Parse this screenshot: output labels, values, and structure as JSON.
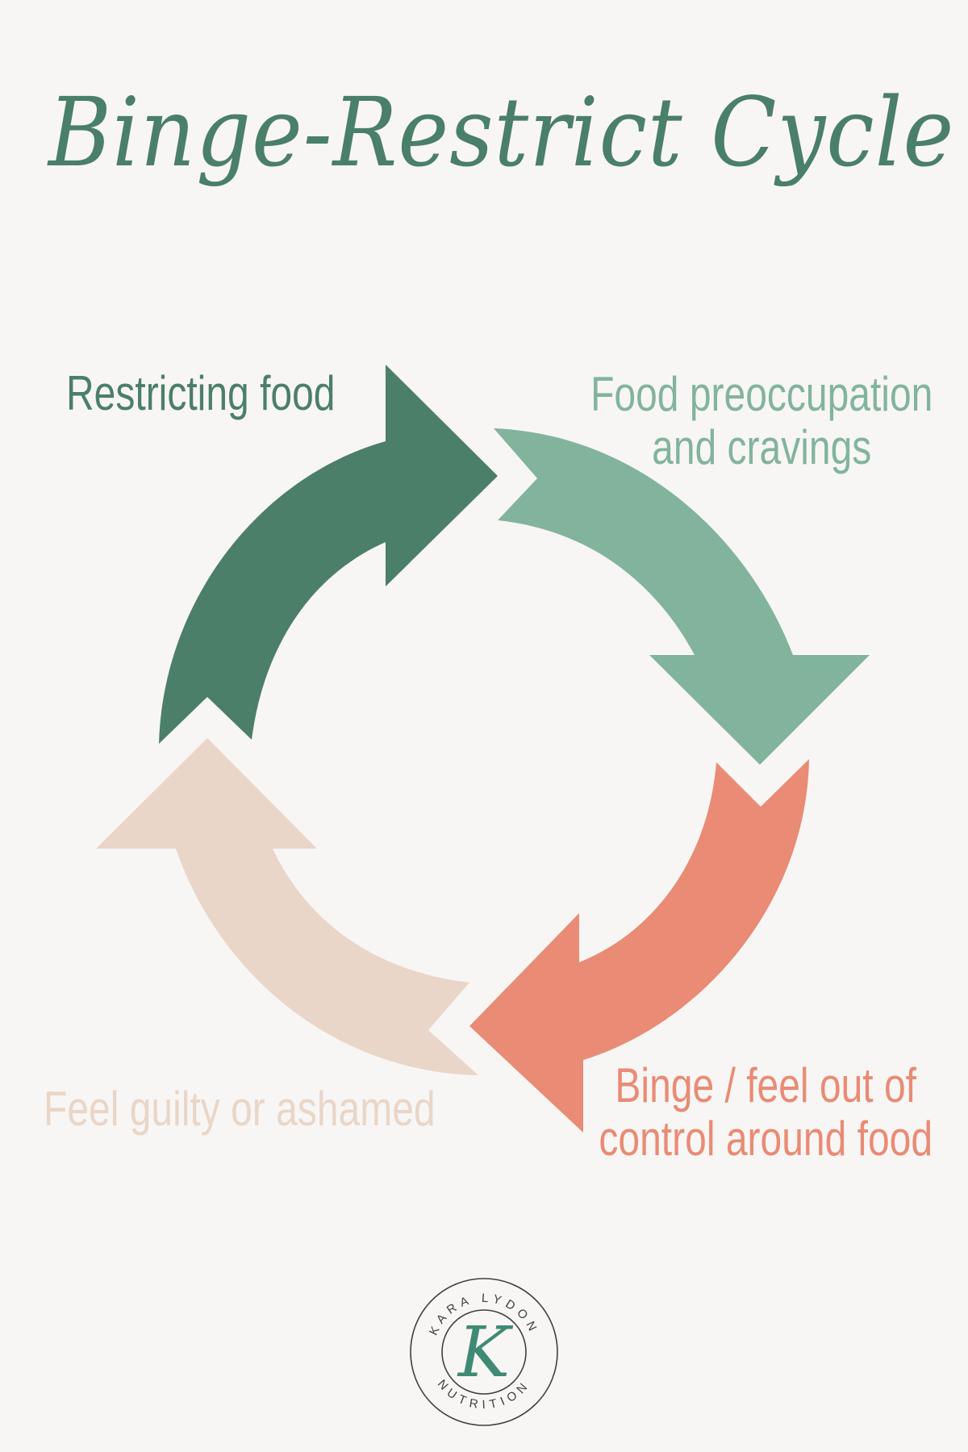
{
  "title": "Binge-Restrict Cycle",
  "colors": {
    "background": "#f8f6f4",
    "title": "#4a7f69",
    "restricting": "#4b7f69",
    "preoccupation": "#82b49d",
    "binge": "#e98b75",
    "guilt": "#e9d6c8",
    "logo": "#3f3f3f",
    "logo_accent": "#3f8a74"
  },
  "stages": [
    {
      "text": "Restricting food"
    },
    {
      "line1": "Food preoccupation",
      "line2": "and cravings"
    },
    {
      "line1": "Binge / feel out of",
      "line2": "control around food"
    },
    {
      "text": "Feel guilty or ashamed"
    }
  ],
  "logo": {
    "top_text": "KARA LYDON",
    "bottom_text": "NUTRITION",
    "monogram": "K"
  }
}
